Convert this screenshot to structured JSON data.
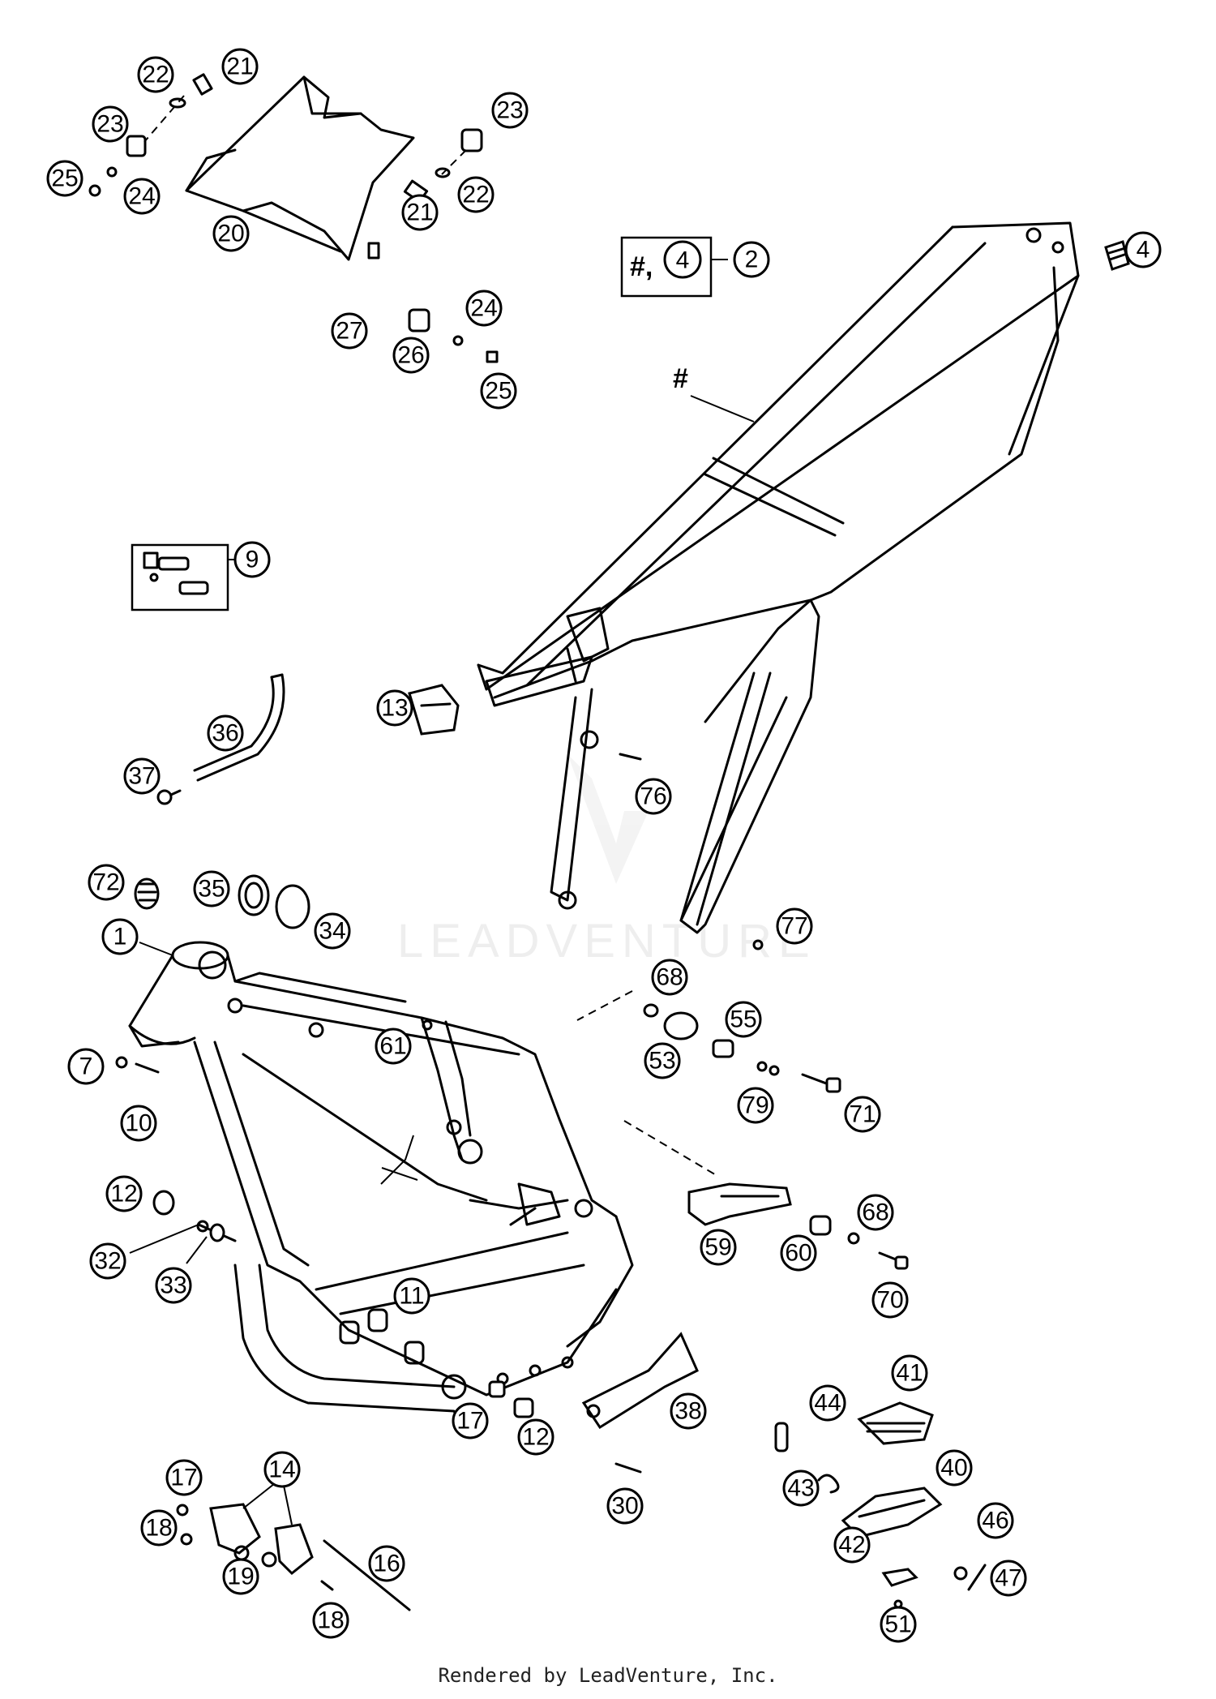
{
  "diagram": {
    "callouts": [
      {
        "id": "c1",
        "label": "1"
      },
      {
        "id": "c2",
        "label": "2"
      },
      {
        "id": "c4",
        "label": "4"
      },
      {
        "id": "c7",
        "label": "7"
      },
      {
        "id": "c9",
        "label": "9"
      },
      {
        "id": "c10",
        "label": "10"
      },
      {
        "id": "c11",
        "label": "11"
      },
      {
        "id": "c12a",
        "label": "12"
      },
      {
        "id": "c12b",
        "label": "12"
      },
      {
        "id": "c13",
        "label": "13"
      },
      {
        "id": "c14",
        "label": "14"
      },
      {
        "id": "c16",
        "label": "16"
      },
      {
        "id": "c17a",
        "label": "17"
      },
      {
        "id": "c17b",
        "label": "17"
      },
      {
        "id": "c18a",
        "label": "18"
      },
      {
        "id": "c18b",
        "label": "18"
      },
      {
        "id": "c19",
        "label": "19"
      },
      {
        "id": "c20",
        "label": "20"
      },
      {
        "id": "c21a",
        "label": "21"
      },
      {
        "id": "c21b",
        "label": "21"
      },
      {
        "id": "c22a",
        "label": "22"
      },
      {
        "id": "c22b",
        "label": "22"
      },
      {
        "id": "c23a",
        "label": "23"
      },
      {
        "id": "c23b",
        "label": "23"
      },
      {
        "id": "c24a",
        "label": "24"
      },
      {
        "id": "c24b",
        "label": "24"
      },
      {
        "id": "c25a",
        "label": "25"
      },
      {
        "id": "c25b",
        "label": "25"
      },
      {
        "id": "c26",
        "label": "26"
      },
      {
        "id": "c27",
        "label": "27"
      },
      {
        "id": "c30",
        "label": "30"
      },
      {
        "id": "c32",
        "label": "32"
      },
      {
        "id": "c33",
        "label": "33"
      },
      {
        "id": "c34",
        "label": "34"
      },
      {
        "id": "c35",
        "label": "35"
      },
      {
        "id": "c36",
        "label": "36"
      },
      {
        "id": "c37",
        "label": "37"
      },
      {
        "id": "c38",
        "label": "38"
      },
      {
        "id": "c40",
        "label": "40"
      },
      {
        "id": "c41",
        "label": "41"
      },
      {
        "id": "c42",
        "label": "42"
      },
      {
        "id": "c43",
        "label": "43"
      },
      {
        "id": "c44",
        "label": "44"
      },
      {
        "id": "c46",
        "label": "46"
      },
      {
        "id": "c47",
        "label": "47"
      },
      {
        "id": "c51",
        "label": "51"
      },
      {
        "id": "c53",
        "label": "53"
      },
      {
        "id": "c55",
        "label": "55"
      },
      {
        "id": "c59",
        "label": "59"
      },
      {
        "id": "c60",
        "label": "60"
      },
      {
        "id": "c61",
        "label": "61"
      },
      {
        "id": "c68a",
        "label": "68"
      },
      {
        "id": "c68b",
        "label": "68"
      },
      {
        "id": "c70",
        "label": "70"
      },
      {
        "id": "c71",
        "label": "71"
      },
      {
        "id": "c72",
        "label": "72"
      },
      {
        "id": "c76",
        "label": "76"
      },
      {
        "id": "c77",
        "label": "77"
      },
      {
        "id": "c79",
        "label": "79"
      }
    ],
    "kit_box": {
      "prefix": "#,",
      "item": "4",
      "ref": "2"
    },
    "subframe_marker": "#",
    "watermark": "LEADVENTURE"
  },
  "footer": "Rendered by LeadVenture, Inc."
}
